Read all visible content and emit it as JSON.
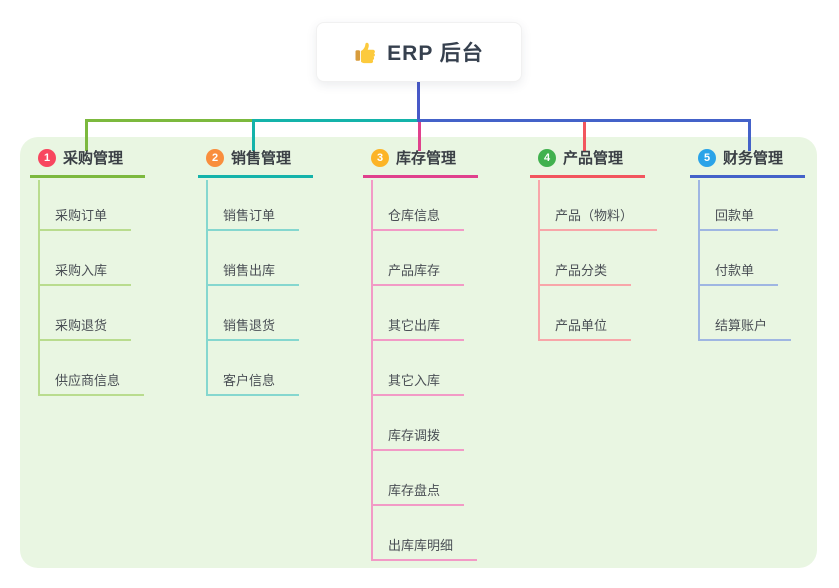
{
  "root": {
    "title": "ERP 后台",
    "icon": "thumbs-up-icon",
    "connector_color": "#4859c8"
  },
  "canvas": {
    "panel_color": "#e9f6e2",
    "background_color": "#ffffff"
  },
  "branches": [
    {
      "index": "1",
      "title": "采购管理",
      "badge_color": "#f8465f",
      "line_color": "#7cb93e",
      "child_line_color": "#b9dc8e",
      "children": [
        "采购订单",
        "采购入库",
        "采购退货",
        "供应商信息"
      ]
    },
    {
      "index": "2",
      "title": "销售管理",
      "badge_color": "#f98e3d",
      "line_color": "#14b3aa",
      "child_line_color": "#85d7cf",
      "children": [
        "销售订单",
        "销售出库",
        "销售退货",
        "客户信息"
      ]
    },
    {
      "index": "3",
      "title": "库存管理",
      "badge_color": "#fcb426",
      "line_color": "#e0418d",
      "child_line_color": "#f29ac6",
      "children": [
        "仓库信息",
        "产品库存",
        "其它出库",
        "其它入库",
        "库存调拨",
        "库存盘点",
        "出库库明细"
      ]
    },
    {
      "index": "4",
      "title": "产品管理",
      "badge_color": "#41b14e",
      "line_color": "#f2555e",
      "child_line_color": "#f8a6a9",
      "children": [
        "产品（物料）",
        "产品分类",
        "产品单位"
      ]
    },
    {
      "index": "5",
      "title": "财务管理",
      "badge_color": "#2aa3e8",
      "line_color": "#4462c9",
      "child_line_color": "#9fb6e2",
      "children": [
        "回款单",
        "付款单",
        "结算账户"
      ]
    }
  ]
}
